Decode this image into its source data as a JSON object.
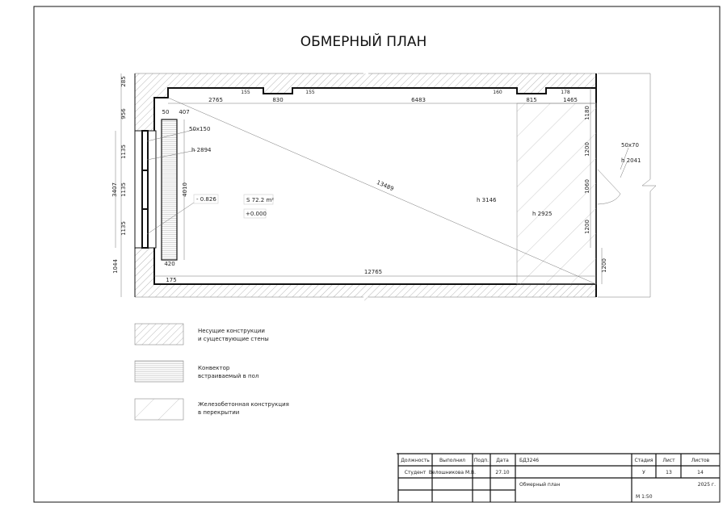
{
  "title": "ОБМЕРНЫЙ ПЛАН",
  "dimensions": {
    "top": [
      "2765",
      "830",
      "6483",
      "815",
      "1465"
    ],
    "niches": [
      "155",
      "155",
      "160",
      "178"
    ],
    "bottom": "12765",
    "bottom_offset": "175",
    "left": [
      "285",
      "956",
      "1135",
      "1135",
      "1135",
      "1044"
    ],
    "left_total": "3407",
    "right": [
      "1180",
      "1200",
      "1060",
      "1200",
      "1200"
    ],
    "diagonal": "13489",
    "convector_offset": [
      "50",
      "407"
    ],
    "convector_length": "4010",
    "convector_width": "420"
  },
  "annotations": {
    "column_section": "50x150",
    "column_height": "h 2894",
    "sill_level": "- 0.826",
    "area": "S 72.2 m²",
    "floor_level": "+0.000",
    "room_height": "h 3146",
    "slab_height": "h 2925",
    "right_section": "50x70",
    "right_height": "h 2041"
  },
  "legend": [
    {
      "line1": "Несущие конструкции",
      "line2": "и существующие стены"
    },
    {
      "line1": "Конвектор",
      "line2": "встраиваемый в пол"
    },
    {
      "line1": "Железобетонная конструкция",
      "line2": "в перекрытии"
    }
  ],
  "title_block": {
    "headers": [
      "Должность",
      "Выполнил",
      "Подп.",
      "Дата"
    ],
    "row": [
      "Студент",
      "Велошникова М.В.",
      "",
      "27.10"
    ],
    "code": "БД3246",
    "sheet_headers": [
      "Стадия",
      "Лист",
      "Листов"
    ],
    "sheet_values": [
      "У",
      "13",
      "14"
    ],
    "drawing_name": "Обмерный план",
    "year": "2025 г.",
    "scale": "М 1:50"
  }
}
